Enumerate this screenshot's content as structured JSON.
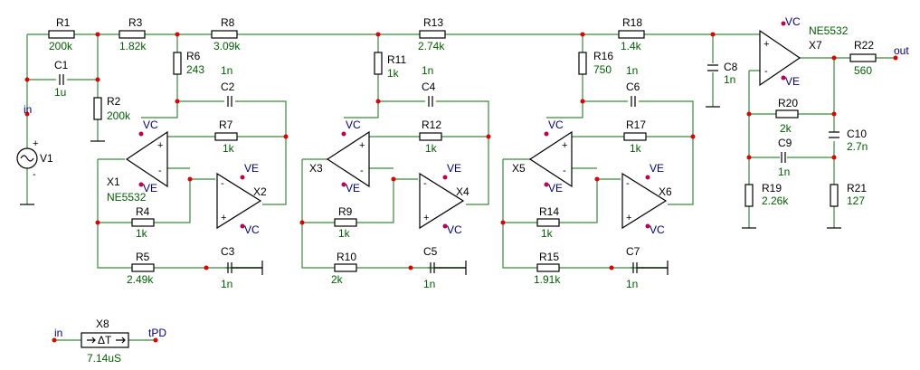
{
  "resistors": [
    {
      "ref": "R1",
      "value": "200k"
    },
    {
      "ref": "R2",
      "value": "200k"
    },
    {
      "ref": "R3",
      "value": "1.82k"
    },
    {
      "ref": "R4",
      "value": "1k"
    },
    {
      "ref": "R5",
      "value": "2.49k"
    },
    {
      "ref": "R6",
      "value": "243"
    },
    {
      "ref": "R7",
      "value": "1k"
    },
    {
      "ref": "R8",
      "value": "3.09k"
    },
    {
      "ref": "R9",
      "value": "1k"
    },
    {
      "ref": "R10",
      "value": "2k"
    },
    {
      "ref": "R11",
      "value": "1k"
    },
    {
      "ref": "R12",
      "value": "1k"
    },
    {
      "ref": "R13",
      "value": "2.74k"
    },
    {
      "ref": "R14",
      "value": "1k"
    },
    {
      "ref": "R15",
      "value": "1.91k"
    },
    {
      "ref": "R16",
      "value": "750"
    },
    {
      "ref": "R17",
      "value": "1k"
    },
    {
      "ref": "R18",
      "value": "1.4k"
    },
    {
      "ref": "R19",
      "value": "2.26k"
    },
    {
      "ref": "R20",
      "value": "2k"
    },
    {
      "ref": "R21",
      "value": "127"
    },
    {
      "ref": "R22",
      "value": "560"
    }
  ],
  "capacitors": [
    {
      "ref": "C1",
      "value": "1u"
    },
    {
      "ref": "C2",
      "value": "1n"
    },
    {
      "ref": "C3",
      "value": "1n"
    },
    {
      "ref": "C4",
      "value": "1n"
    },
    {
      "ref": "C5",
      "value": "1n"
    },
    {
      "ref": "C6",
      "value": "1n"
    },
    {
      "ref": "C7",
      "value": "1n"
    },
    {
      "ref": "C8",
      "value": "1n"
    },
    {
      "ref": "C9",
      "value": "1n"
    },
    {
      "ref": "C10",
      "value": "2.7n"
    }
  ],
  "opamps": [
    {
      "ref": "X1",
      "model": "NE5532"
    },
    {
      "ref": "X2",
      "model": ""
    },
    {
      "ref": "X3",
      "model": ""
    },
    {
      "ref": "X4",
      "model": ""
    },
    {
      "ref": "X5",
      "model": ""
    },
    {
      "ref": "X6",
      "model": ""
    },
    {
      "ref": "X7",
      "model": "NE5532"
    }
  ],
  "supply_labels": {
    "positive": "VC",
    "negative": "VE"
  },
  "opamp_pins": {
    "plus": "+",
    "minus": "-"
  },
  "source": {
    "ref": "V1",
    "plus": "+",
    "minus": "-"
  },
  "nets": {
    "input": "in",
    "output": "out",
    "delay_in": "in",
    "delay_out": "tPD"
  },
  "delay_block": {
    "ref": "X8",
    "symbol": "ΔT",
    "value": "7.14uS"
  },
  "colors": {
    "wire": "#3a8a3a",
    "junction": "#e00000",
    "value_text": "#006000",
    "net_text": "#000080"
  }
}
